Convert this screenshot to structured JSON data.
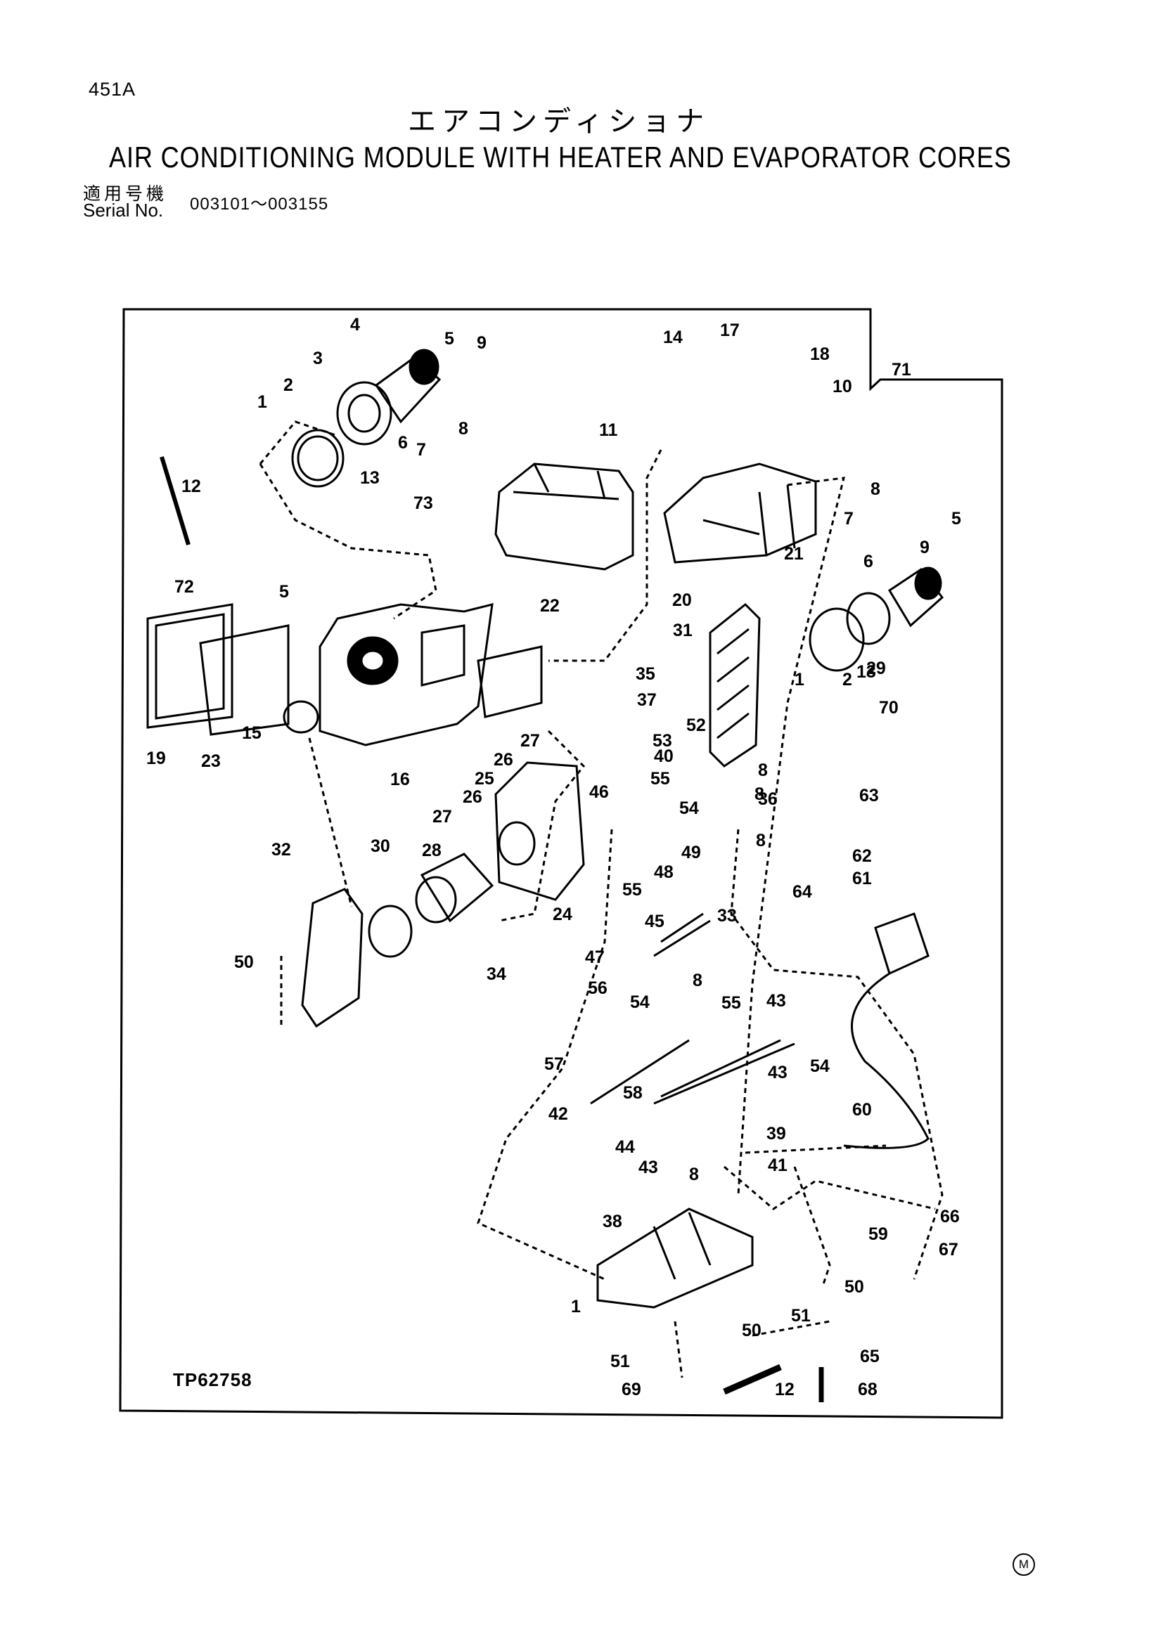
{
  "page": {
    "number": "451A",
    "title_jp": "エアコンディショナ",
    "title_en": "AIR CONDITIONING MODULE WITH HEATER AND EVAPORATOR CORES",
    "serial_label_jp": "適用号機",
    "serial_label_en": "Serial No.",
    "serial_range": "003101～003155",
    "figure_id": "TP62758",
    "corner_mark": "M"
  },
  "callouts": [
    "1",
    "2",
    "3",
    "4",
    "5",
    "9",
    "6",
    "7",
    "8",
    "13",
    "12",
    "14",
    "17",
    "18",
    "10",
    "71",
    "11",
    "73",
    "20",
    "21",
    "7",
    "8",
    "5",
    "6",
    "9",
    "72",
    "5",
    "22",
    "31",
    "35",
    "37",
    "1",
    "2",
    "13",
    "29",
    "70",
    "19",
    "23",
    "15",
    "16",
    "27",
    "26",
    "25",
    "52",
    "53",
    "40",
    "55",
    "8",
    "8",
    "46",
    "54",
    "36",
    "26",
    "27",
    "49",
    "8",
    "48",
    "63",
    "62",
    "61",
    "64",
    "32",
    "30",
    "28",
    "55",
    "24",
    "33",
    "45",
    "8",
    "47",
    "56",
    "54",
    "55",
    "43",
    "34",
    "50",
    "57",
    "58",
    "43",
    "54",
    "42",
    "60",
    "44",
    "39",
    "43",
    "8",
    "41",
    "66",
    "67",
    "59",
    "38",
    "50",
    "1",
    "51",
    "50",
    "51",
    "65",
    "69",
    "12",
    "68"
  ]
}
